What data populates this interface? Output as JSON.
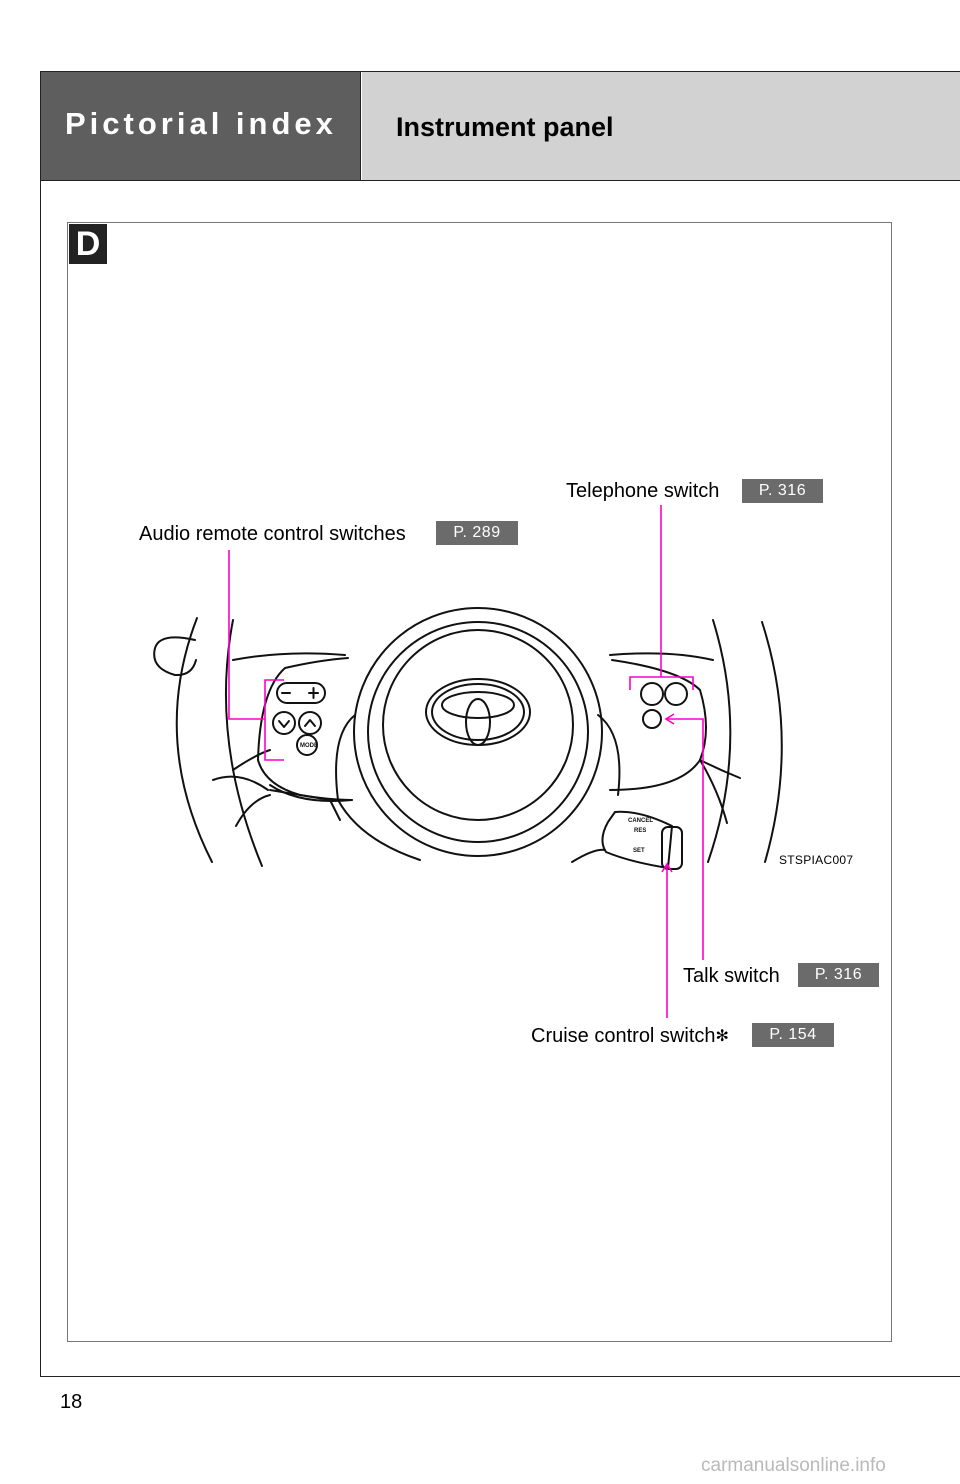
{
  "header": {
    "section_title": "Pictorial index",
    "page_title": "Instrument panel"
  },
  "figure": {
    "badge": "D",
    "code": "STSPIAC007",
    "logo": "Toyota emblem",
    "button_labels": {
      "mode": "MODE",
      "cancel": "CANCEL",
      "res": "RES",
      "set": "SET"
    }
  },
  "callouts": [
    {
      "label": "Telephone switch",
      "page_ref": "P. 316"
    },
    {
      "label": "Audio remote control switches",
      "page_ref": "P. 289"
    },
    {
      "label": "Talk switch",
      "page_ref": "P. 316"
    },
    {
      "label": "Cruise control switch",
      "marker": "✻",
      "page_ref": "P. 154"
    }
  ],
  "colors": {
    "leader_line": "#ff00cc",
    "header_dark": "#5e5e5e",
    "header_light": "#d2d2d2",
    "page_box": "#6b6b6b"
  },
  "footer": {
    "page_number": "18",
    "watermark": "carmanualsonline.info"
  }
}
